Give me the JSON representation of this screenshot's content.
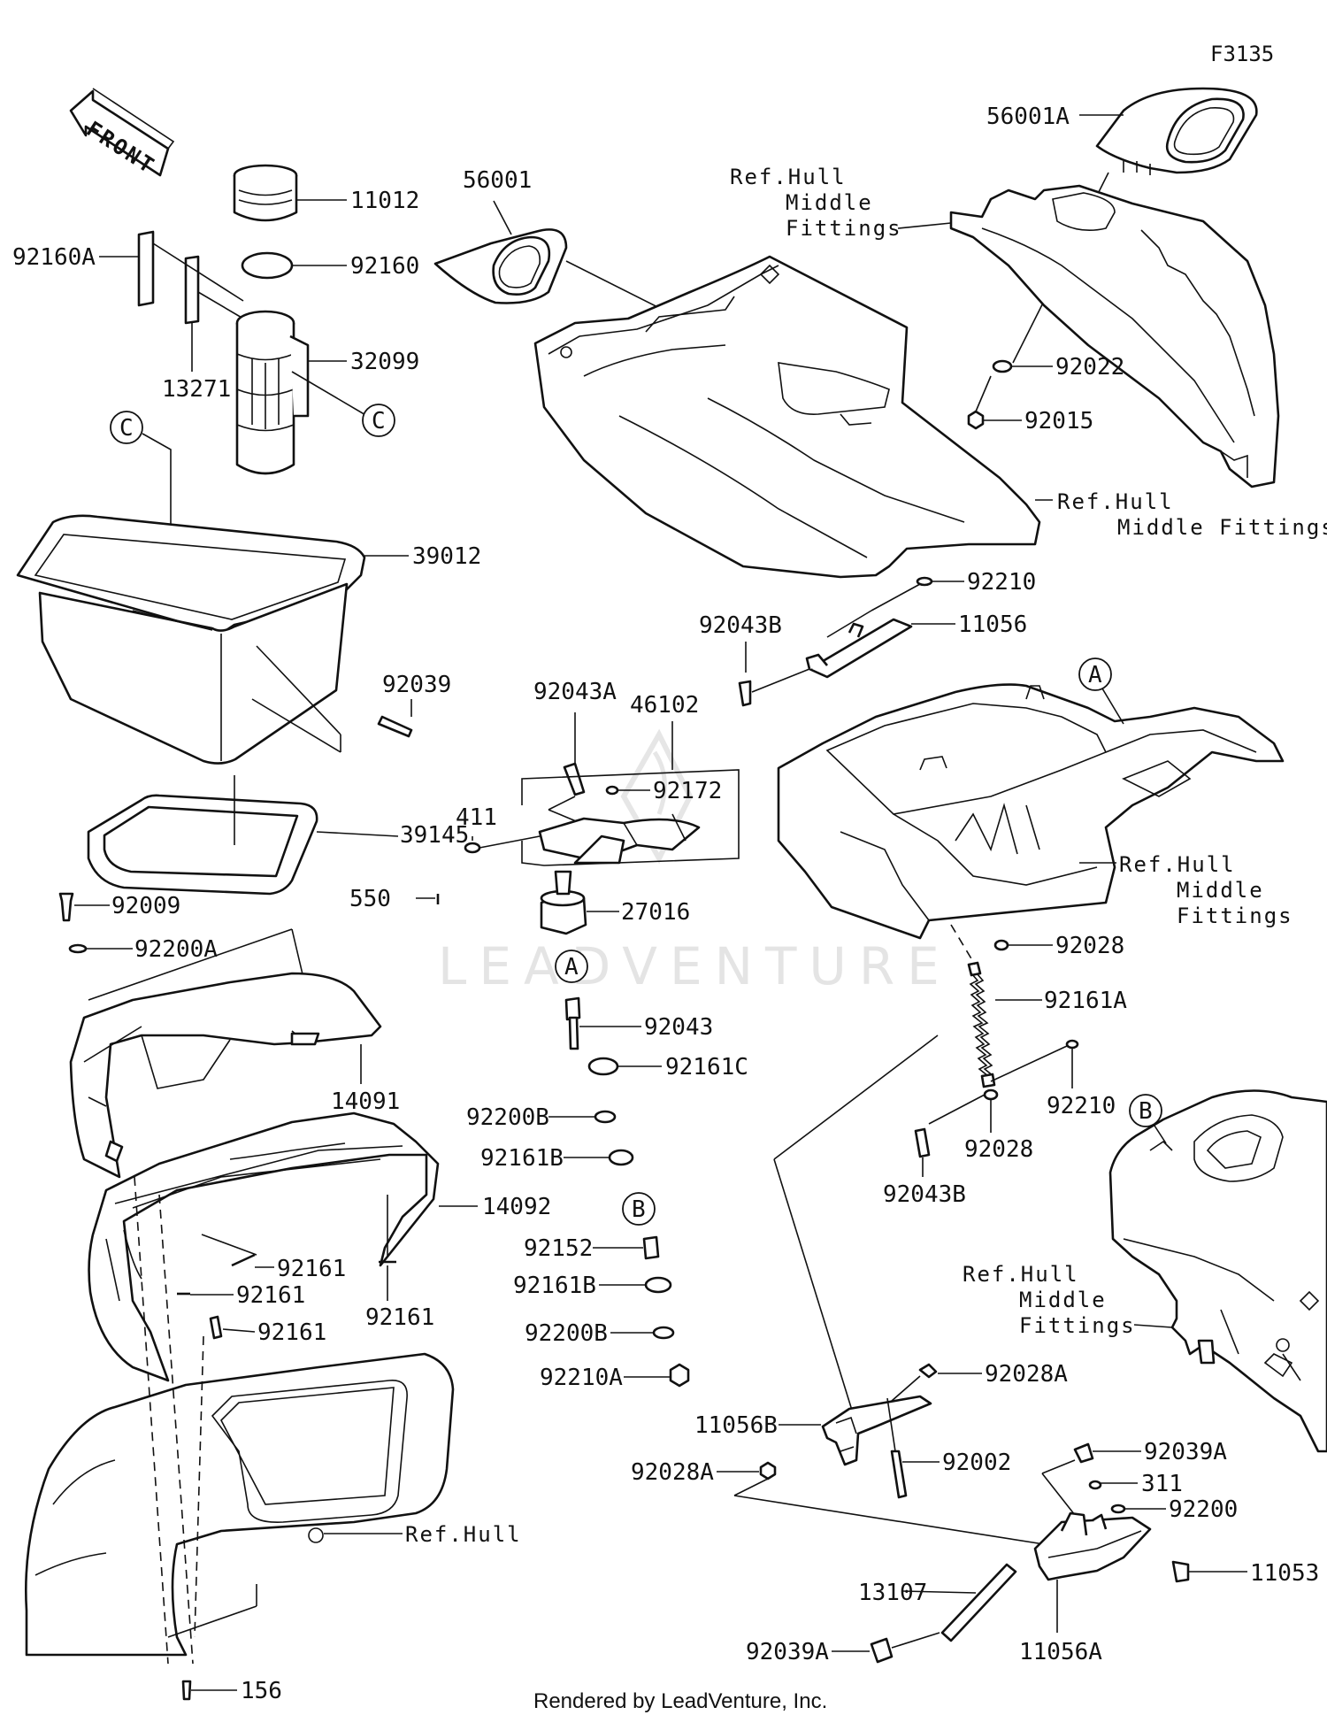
{
  "figure_id": "F3135",
  "watermark": "LEADVENTURE",
  "footer": "Rendered by LeadVenture, Inc.",
  "front_arrow": "FRONT",
  "ref_labels": {
    "hull_middle_fittings_a": [
      "Ref.Hull",
      "Middle",
      "Fittings"
    ],
    "hull_middle_fittings_b": [
      "Ref.Hull",
      "Middle Fittings"
    ],
    "hull_middle_fittings_c": [
      "Ref.Hull",
      "Middle",
      "Fittings"
    ],
    "hull_middle_fittings_d": [
      "Ref.Hull",
      "Middle",
      "Fittings"
    ],
    "hull": "Ref.Hull"
  },
  "callout_letters": {
    "c1": "C",
    "c2": "C",
    "a1": "A",
    "a2": "A",
    "b1": "B",
    "b2": "B"
  },
  "parts": {
    "p11012": "11012",
    "p92160": "92160",
    "p92160A": "92160A",
    "p13271": "13271",
    "p32099": "32099",
    "p39012": "39012",
    "p92039": "92039",
    "p39145": "39145",
    "p92009": "92009",
    "p92200A": "92200A",
    "p14091": "14091",
    "p14092": "14092",
    "p92161_a": "92161",
    "p92161_b": "92161",
    "p92161_c": "92161",
    "p92161_d": "92161",
    "p156": "156",
    "p56001": "56001",
    "p56001A": "56001A",
    "p92022": "92022",
    "p92015": "92015",
    "p92210_a": "92210",
    "p11056": "11056",
    "p92043B_a": "92043B",
    "p92043A": "92043A",
    "p46102": "46102",
    "p92172": "92172",
    "p411": "411",
    "p550": "550",
    "p27016": "27016",
    "p92043": "92043",
    "p92161C": "92161C",
    "p92200B_a": "92200B",
    "p92161B_a": "92161B",
    "p92152": "92152",
    "p92161B_b": "92161B",
    "p92200B_b": "92200B",
    "p92210A": "92210A",
    "p92028_a": "92028",
    "p92161A": "92161A",
    "p92210_b": "92210",
    "p92028_b": "92028",
    "p92043B_b": "92043B",
    "p92028A_a": "92028A",
    "p11056B": "11056B",
    "p92002": "92002",
    "p92028A_b": "92028A",
    "p92039A_a": "92039A",
    "p311": "311",
    "p92200": "92200",
    "p11053": "11053",
    "p13107": "13107",
    "p92039A_b": "92039A",
    "p11056A": "11056A"
  }
}
